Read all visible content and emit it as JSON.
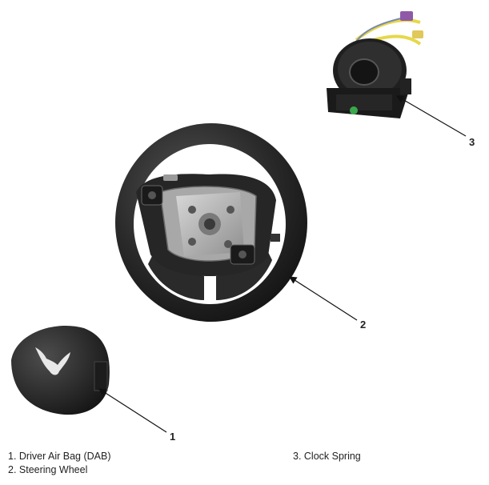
{
  "callouts": {
    "airbag": "1",
    "steering_wheel": "2",
    "clock_spring": "3"
  },
  "legend": {
    "items": [
      "1. Driver Air Bag (DAB)",
      "2. Steering Wheel",
      "3. Clock Spring"
    ]
  },
  "colors": {
    "part_body": "#2a2a2a",
    "part_highlight": "#4a4a4a",
    "hub_metal": "#bdbdbd",
    "wire_yellow": "#e6d84a",
    "connector_purple": "#8e5aa8",
    "connector_green": "#3aa84a",
    "leader_line": "#111111"
  }
}
